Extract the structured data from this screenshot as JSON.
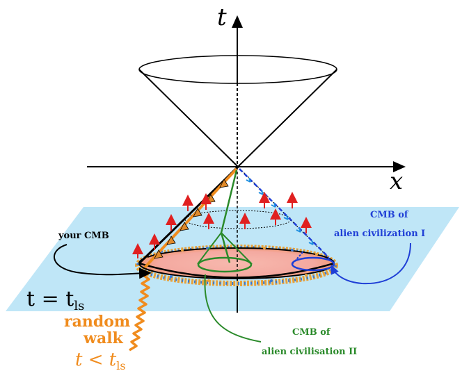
{
  "axes": {
    "time": "t",
    "space": "x"
  },
  "equation": {
    "left": "t = t",
    "subscript": "ls"
  },
  "labels": {
    "your_cmb": "your CMB",
    "alien_1_line1": "CMB of",
    "alien_1_line2": "alien civilization I",
    "alien_2_line1": "CMB of",
    "alien_2_line2": "alien civilisation II",
    "random_walk_line1": "random",
    "random_walk_line2": "walk",
    "random_walk_cond": "t < t",
    "random_walk_sub": "ls"
  },
  "colors": {
    "plane": "#bfe6f7",
    "disk": "#f7b9ae",
    "orange": "#f08c1e",
    "blue": "#1f3fd6",
    "green": "#2a8a2a",
    "red": "#e02020",
    "black": "#000000"
  }
}
